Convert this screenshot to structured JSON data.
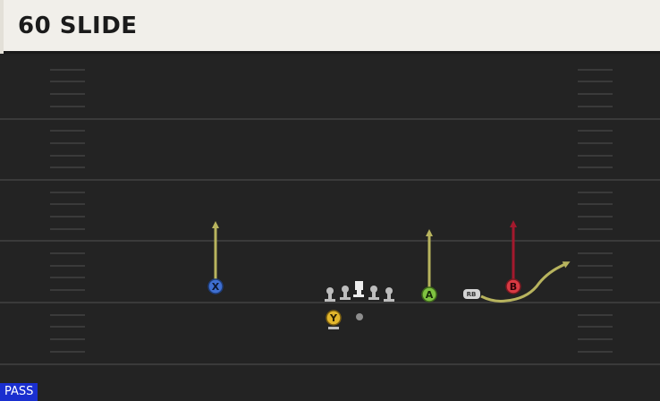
{
  "header": {
    "title": "60 SLIDE"
  },
  "players": {
    "x": "X",
    "a": "A",
    "b": "B",
    "y": "Y",
    "rb": "RB"
  },
  "badge": {
    "label": "PASS"
  },
  "colors": {
    "field": "#232323",
    "yard_line": "#3a3a3a",
    "route_yellow": "#b8b45e",
    "route_red": "#a3192d",
    "x_blue": "#3f6fd1",
    "a_green": "#7fc241",
    "b_red": "#d93a43",
    "y_gold": "#e2b62c",
    "lineman_gray": "#bdbdbd",
    "pass_badge": "#1a2fcf"
  }
}
